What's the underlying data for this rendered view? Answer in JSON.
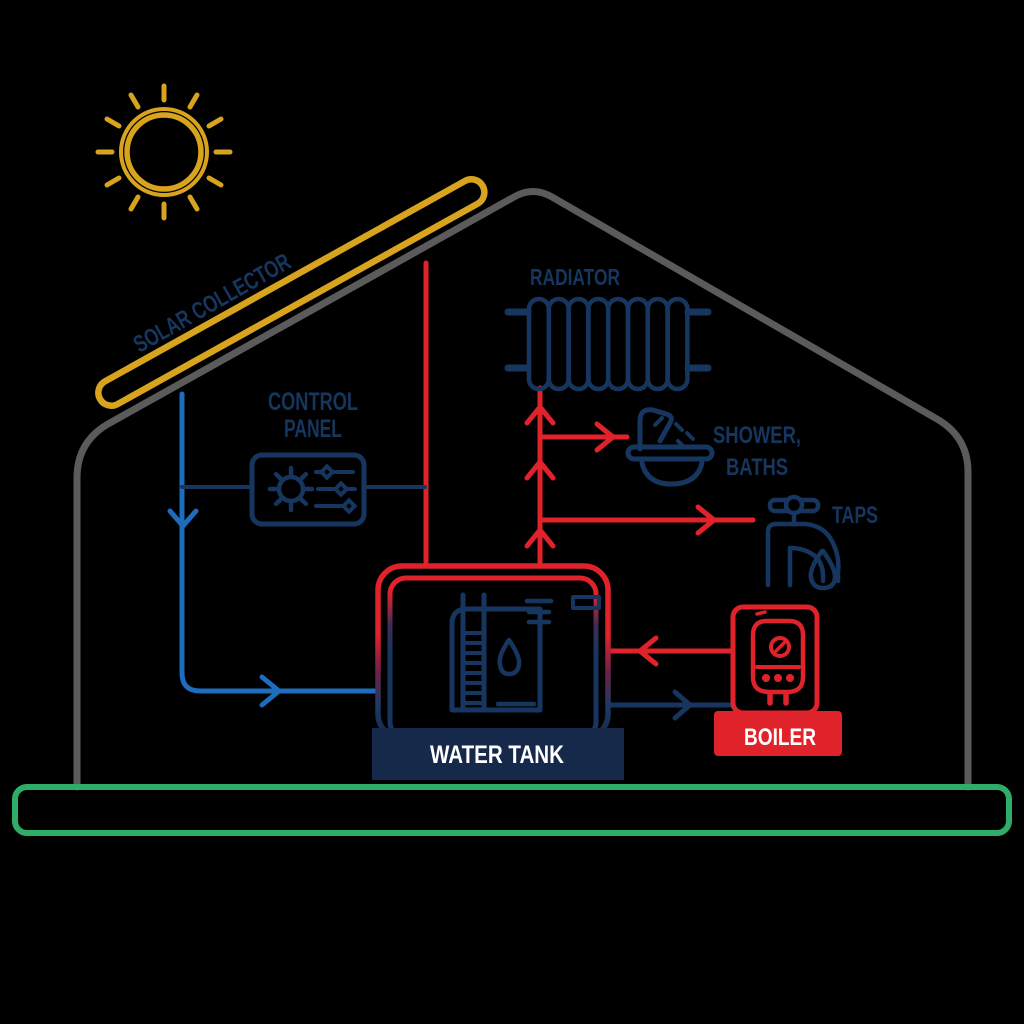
{
  "colors": {
    "gold": "#D8A41E",
    "roof_gray": "#5B5B5B",
    "navy": "#16365F",
    "navy_dark": "#17294A",
    "red": "#E0222A",
    "blue": "#1E6CBE",
    "green": "#2FAD68",
    "white": "#FFFFFF",
    "background": "#000000"
  },
  "labels": {
    "solar_collector": "SOLAR COLLECTOR",
    "control_panel_line1": "CONTROL",
    "control_panel_line2": "PANEL",
    "radiator": "RADIATOR",
    "shower_line1": "SHOWER,",
    "shower_line2": "BATHS",
    "taps": "TAPS",
    "water_tank": "WATER TANK",
    "boiler": "BOILER"
  },
  "icons": {
    "sun": "sun-icon",
    "solar_collector": "solar-collector-panel",
    "house": "house-outline",
    "gear": "gear-icon",
    "sliders": "sliders-icon",
    "radiator": "radiator-icon",
    "shower": "shower-icon",
    "tap": "tap-icon",
    "water_tank": "water-tank-icon",
    "ladder": "ladder-icon",
    "water_drop": "water-drop-icon",
    "boiler": "boiler-icon",
    "ground": "ground-line"
  }
}
